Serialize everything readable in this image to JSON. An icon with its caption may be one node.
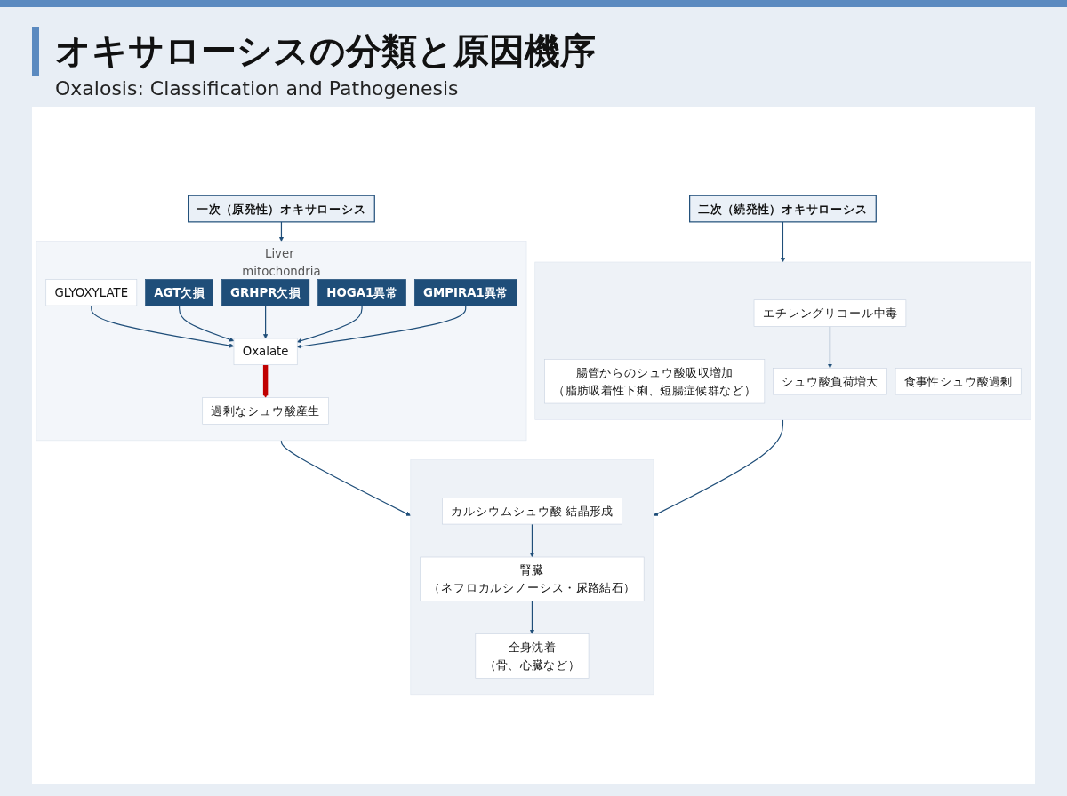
{
  "diagram": {
    "title": "オキサローシスの分類と原因機序",
    "nodes": [
      {
        "text": [
          "一次（原発性）オキサローシス"
        ]
      },
      {
        "text": [
          "二次（続発性）オキサローシス"
        ]
      },
      {
        "text": [
          "Liver mitochondria"
        ]
      },
      {
        "text": [
          "GLYOXYLATE"
        ],
        "in": 2
      },
      {
        "text": [
          "AGT欠損"
        ],
        "in": 2
      },
      {
        "text": [
          "GRHPR欠損"
        ],
        "in": 2
      },
      {
        "text": [
          "HOGA1異常"
        ],
        "in": 2
      },
      {
        "text": [
          "GMPIRA1異常"
        ],
        "in": 2
      },
      {
        "text": [
          "Oxalate"
        ],
        "in": 2
      },
      {
        "text": [
          "過剰なシュウ酸産生"
        ],
        "in": 2
      },
      {
        "text": [],
        "shape": "box"
      },
      {
        "text": [
          "腸管からのシュウ酸吸収増加",
          "（脂肪吸着性下痢、短腸症候群など）"
        ],
        "in": 10
      },
      {
        "text": [
          "食事性シュウ酸過剰"
        ],
        "in": 10
      },
      {
        "text": [
          "エチレングリコール中毒"
        ],
        "in": 10
      },
      {
        "text": [
          "シュウ酸負荷増大"
        ],
        "in": 10
      },
      {
        "text": [],
        "shape": "box"
      },
      {
        "text": [
          "カルシウムシュウ酸 結晶形成"
        ],
        "in": 15
      },
      {
        "text": [
          "腎臓",
          "（ネフロカルシノーシス・尿路結石）"
        ],
        "in": 15
      },
      {
        "text": [
          "全身沈着",
          "（骨、心臓など）"
        ],
        "in": 15
      }
    ],
    "edges": [
      {
        "from": 0,
        "to": 2,
        "arrow": "to"
      },
      {
        "from": 1,
        "to": 10,
        "arrow": "to"
      },
      {
        "from": 3,
        "to": 8,
        "arrow": "to"
      },
      {
        "from": 4,
        "to": 8,
        "arrow": "to"
      },
      {
        "from": 5,
        "to": 8,
        "arrow": "to"
      },
      {
        "from": 6,
        "to": 8,
        "arrow": "to"
      },
      {
        "from": 7,
        "to": 8,
        "arrow": "to"
      },
      {
        "from": 8,
        "to": 9,
        "arrow": "to",
        "style": "thick",
        "color": "#c00000"
      },
      {
        "from": 13,
        "to": 14,
        "arrow": "to"
      },
      {
        "from": 2,
        "to": 15,
        "arrow": "to"
      },
      {
        "from": 10,
        "to": 15,
        "arrow": "to"
      },
      {
        "from": 16,
        "to": 17,
        "arrow": "to"
      },
      {
        "from": 17,
        "to": 18,
        "arrow": "to"
      }
    ],
    "labels": [
      "Oxalosis: Classification and Pathogenesis"
    ]
  }
}
